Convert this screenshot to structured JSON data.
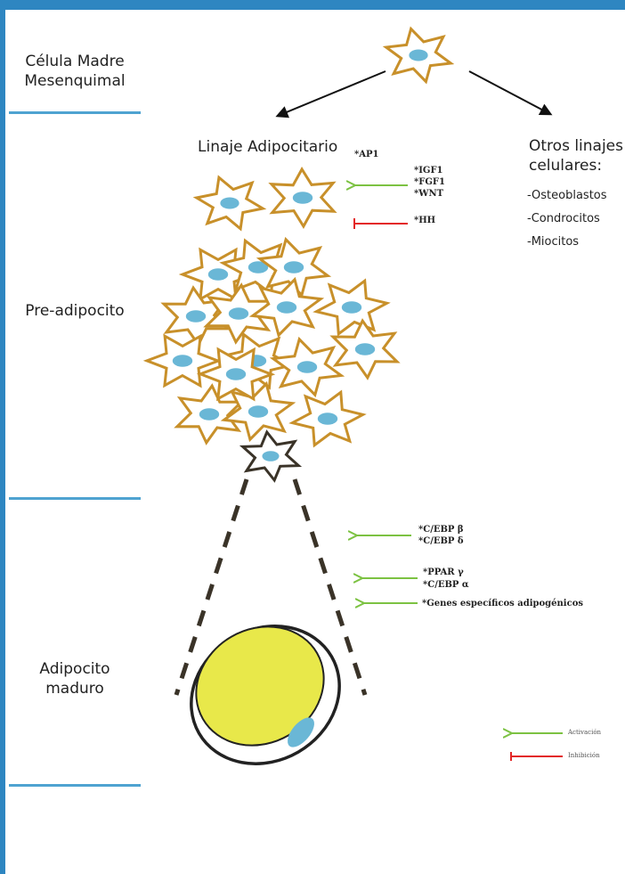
{
  "stages": {
    "msc_line1": "Célula Madre",
    "msc_line2": "Mesenquimal",
    "preadipocyte": "Pre-adipocito",
    "mature_line1": "Adipocito",
    "mature_line2": "maduro"
  },
  "lineage": {
    "adipocyte": "Linaje Adipocitario",
    "other_line1": "Otros linajes",
    "other_line2": "celulares:",
    "other_items": [
      "-Osteoblastos",
      "-Condrocitos",
      "-Miocitos"
    ]
  },
  "factors": {
    "ap1": "*AP1",
    "igf1": "*IGF1",
    "fgf1": "*FGF1",
    "wnt": "*WNT",
    "hh": "*HH",
    "cebp_beta": "*C/EBP β",
    "cebp_delta": "*C/EBP δ",
    "ppar_gamma": "*PPAR γ",
    "cebp_alpha": "*C/EBP α",
    "genes": "*Genes específicos adipogénicos"
  },
  "legend": {
    "activation": "Activación",
    "inhibition": "Inhibición"
  },
  "colors": {
    "frame": "#2e86c1",
    "separator": "#4fa3d1",
    "cell_outline": "#c8902a",
    "nucleus": "#6ab7d6",
    "activation_arrow": "#7cc242",
    "inhibition_arrow": "#e32626",
    "lipid_droplet": "#e8e84a"
  }
}
